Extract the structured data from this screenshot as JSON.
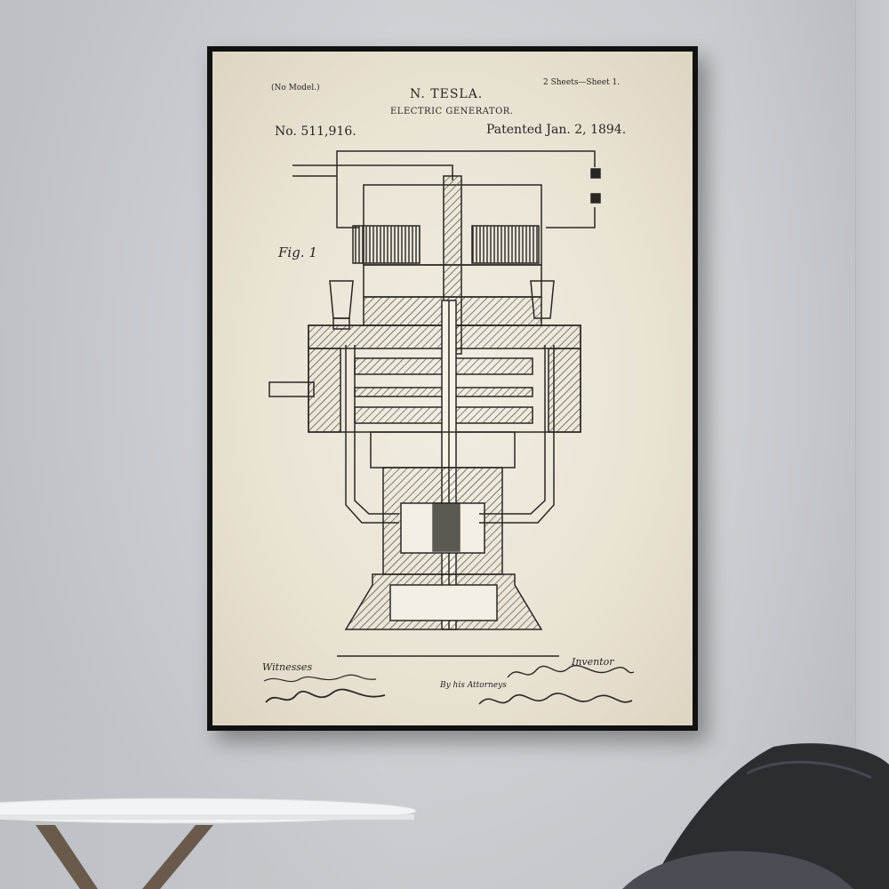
{
  "poster": {
    "no_model": "(No Model.)",
    "sheets": "2 Sheets—Sheet 1.",
    "inventor_name": "N. TESLA.",
    "title": "ELECTRIC GENERATOR.",
    "patent_number": "No. 511,916.",
    "patent_date": "Patented Jan. 2, 1894.",
    "figure_label": "Fig. 1",
    "witnesses_label": "Witnesses",
    "inventor_label": "Inventor",
    "attorneys_label": "By his Attorneys"
  },
  "colors": {
    "wall": "#cfd2d6",
    "frame": "#111111",
    "paper": "#ece6d8",
    "ink": "#2a2622",
    "chair": "#2b2d31",
    "table_top": "#f2f3f4"
  }
}
